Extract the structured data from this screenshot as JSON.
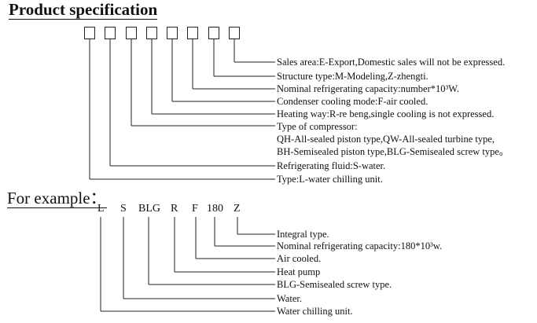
{
  "spec": {
    "title": "Product specification",
    "labels": [
      "Sales area:E-Export,Domestic sales will not be expressed.",
      "Structure type:M-Modeling,Z-zhengti.",
      "Nominal refrigerating capacity:number*10³W.",
      "Condenser cooling mode:F-air cooled.",
      "Heating way:R-re beng,single cooling is not expressed.",
      "Type of compressor:",
      "QH-All-sealed piston type,QW-All-sealed turbine type,",
      "BH-Semisealed piston type,BLG-Semisealed screw type。",
      "Refrigerating fluid:S-water.",
      "Type:L-water chilling unit."
    ]
  },
  "example": {
    "title": "For example：",
    "codes": [
      "L",
      "S",
      "BLG",
      "R",
      "F",
      "180",
      "Z"
    ],
    "labels": [
      "Integral type.",
      "Nominal refrigerating capacity:180*10³w.",
      "Air cooled.",
      "Heat pump",
      "BLG-Semisealed screw type.",
      "Water.",
      "Water chilling unit."
    ]
  }
}
